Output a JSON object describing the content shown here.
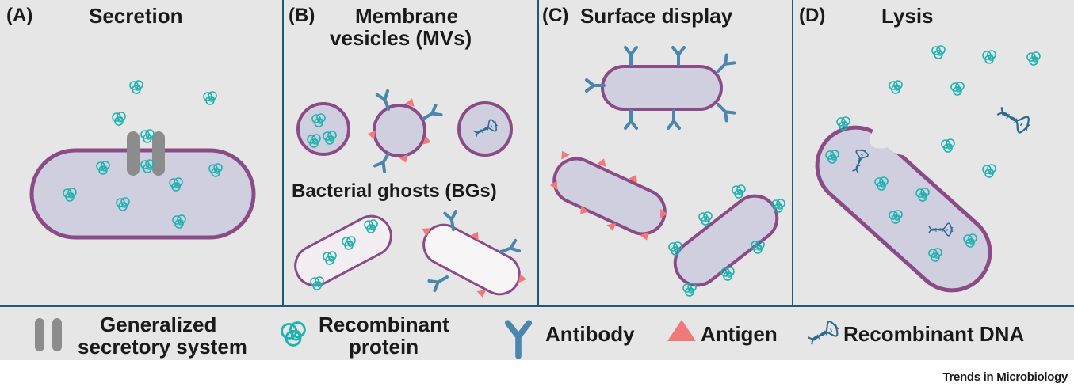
{
  "panels": [
    {
      "tag": "(A)",
      "title": "Secretion"
    },
    {
      "tag": "(B)",
      "title_line1": "Membrane",
      "title_line2": "vesicles (MVs)",
      "subtitle": "Bacterial ghosts (BGs)"
    },
    {
      "tag": "(C)",
      "title": "Surface display"
    },
    {
      "tag": "(D)",
      "title": "Lysis"
    }
  ],
  "legend": {
    "secretory_line1": "Generalized",
    "secretory_line2": "secretory system",
    "protein_line1": "Recombinant",
    "protein_line2": "protein",
    "antibody": "Antibody",
    "antigen": "Antigen",
    "dna": "Recombinant DNA"
  },
  "footer": "Trends in Microbiology",
  "colors": {
    "background": "#e6e6e7",
    "divider": "#1f5a7a",
    "cell_fill": "#cfcfe0",
    "cell_outline": "#8a4b86",
    "protein": "#1fb3b0",
    "antibody": "#4a86ad",
    "antigen": "#f07a78",
    "secretory": "#8c8c8c",
    "dna": "#2d6a8f"
  }
}
